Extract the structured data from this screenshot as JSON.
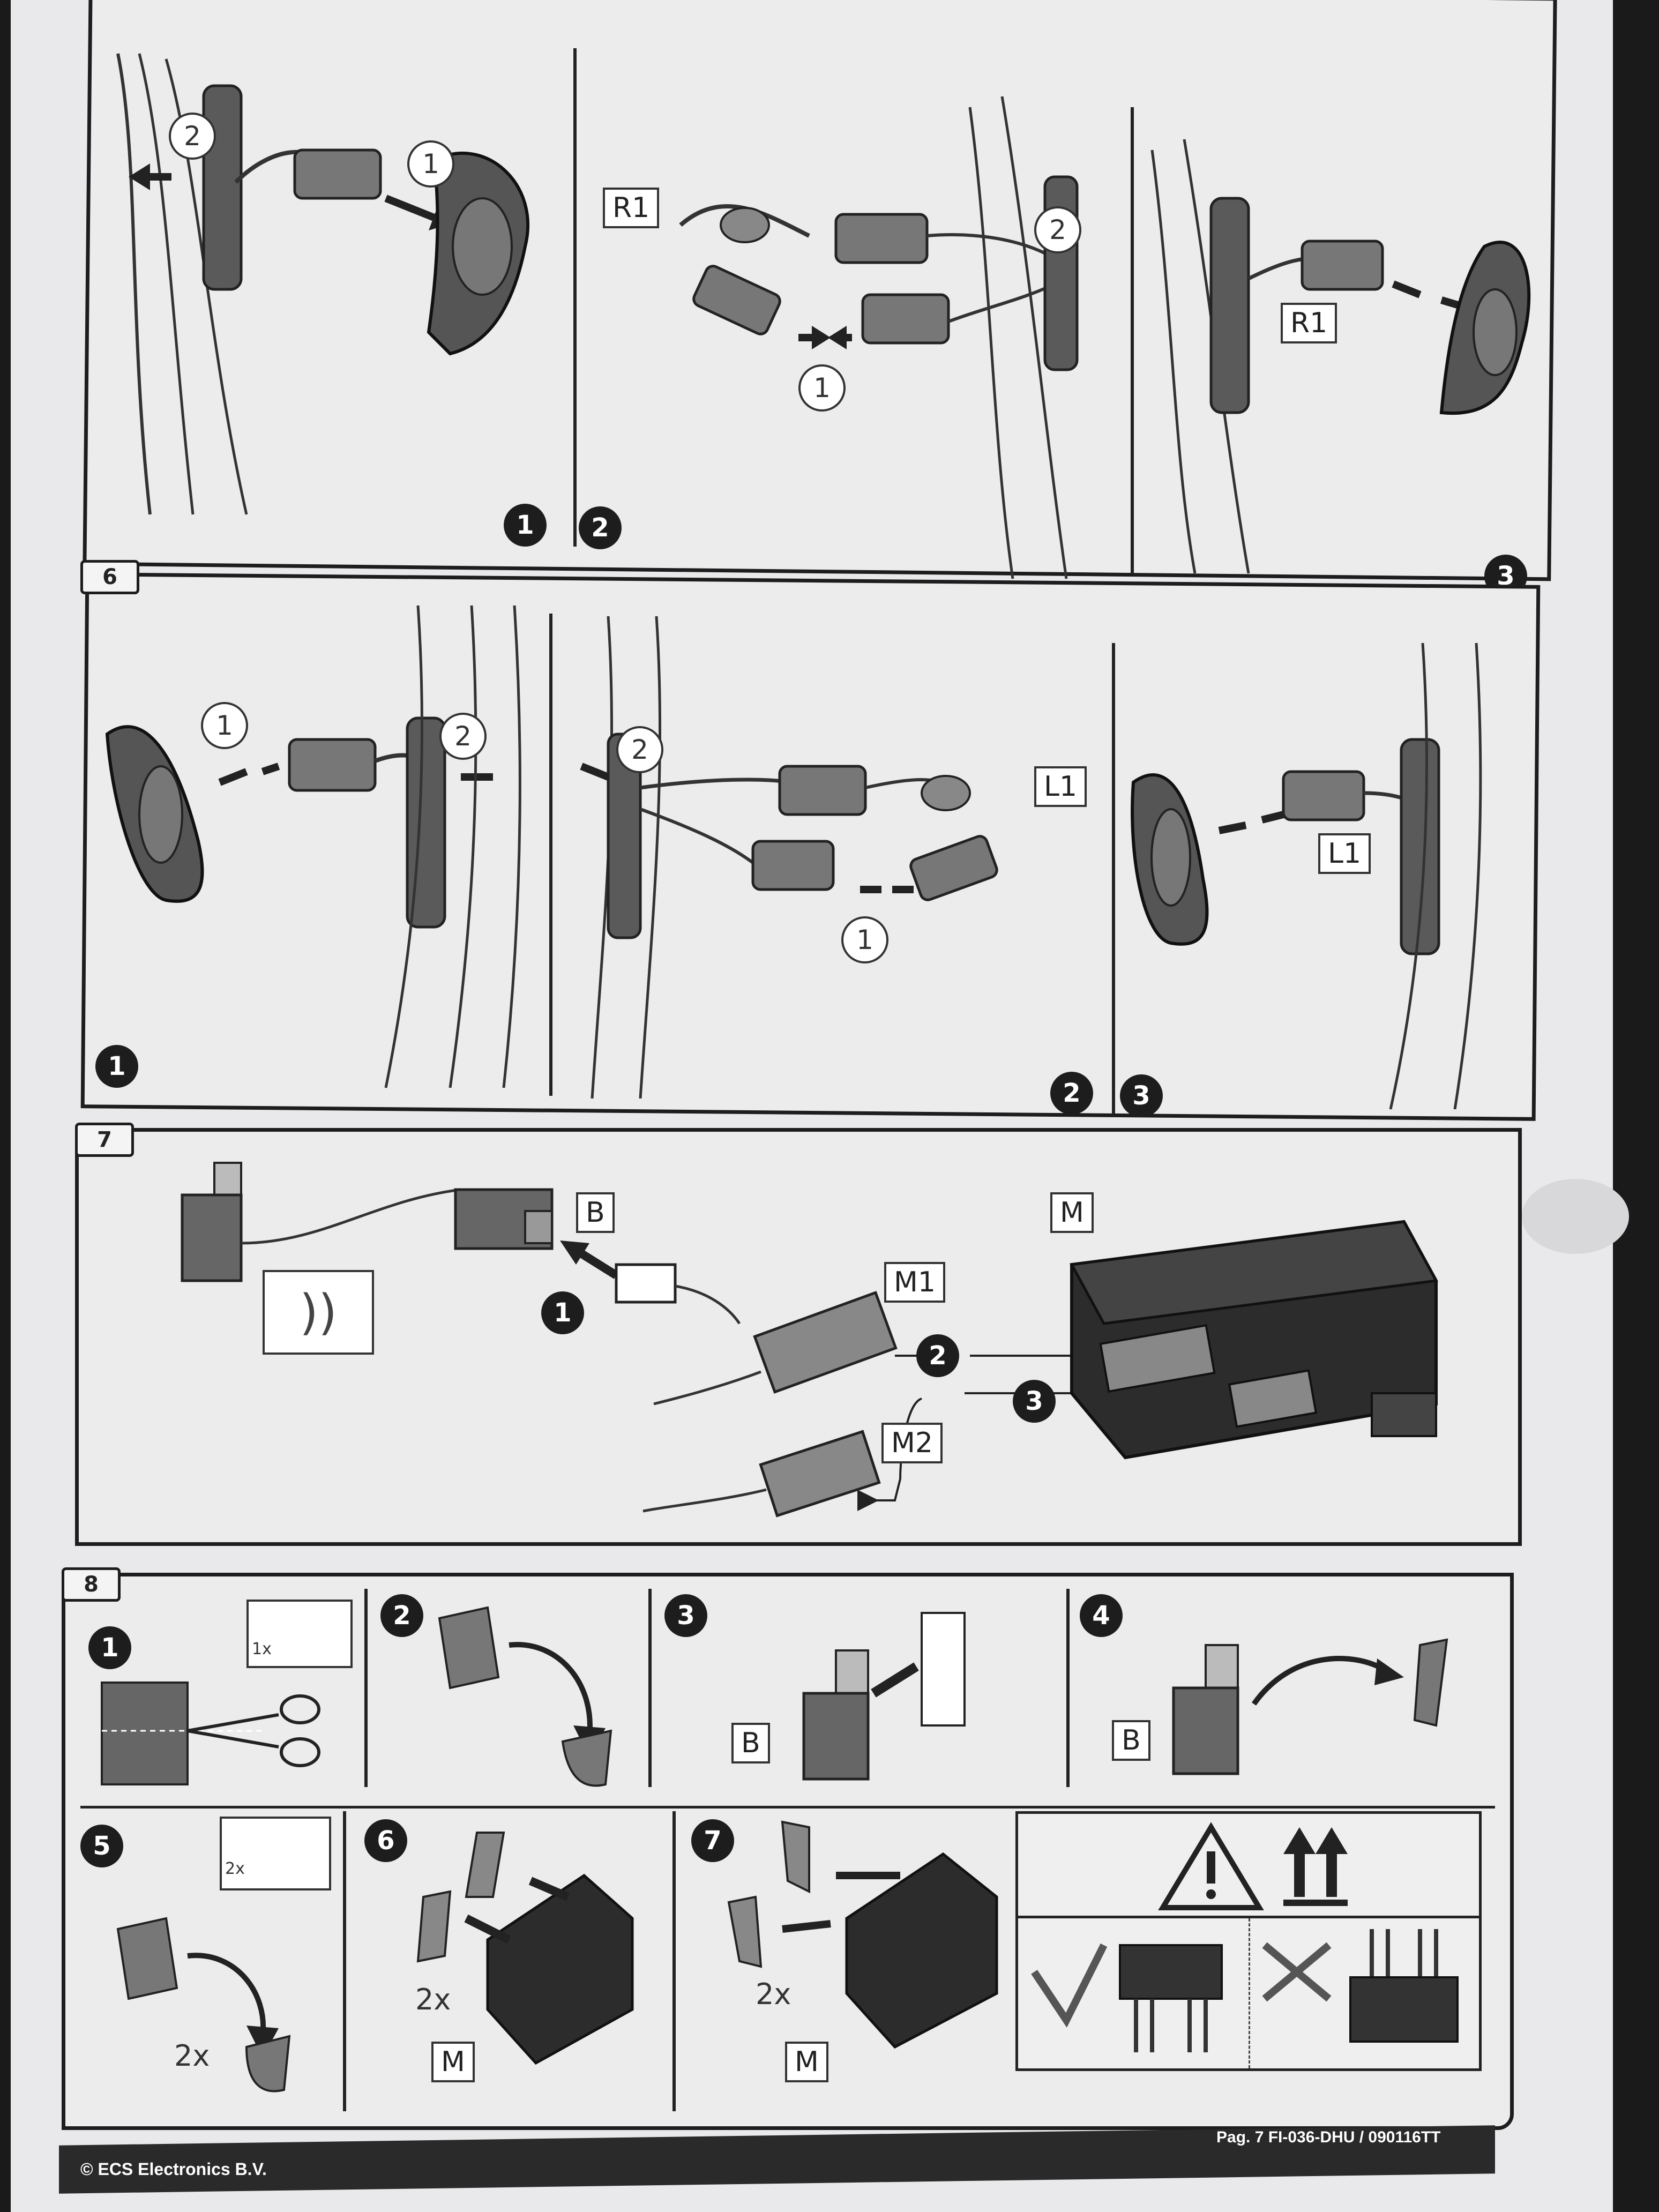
{
  "sections": {
    "s6": {
      "number": "6"
    },
    "s7": {
      "number": "7"
    },
    "s8": {
      "number": "8"
    }
  },
  "top_panel": {
    "step_a": "1",
    "step_b": "2",
    "step_c": "3",
    "circle_1a": "2",
    "circle_1b": "1",
    "circle_2a": "2",
    "circle_2b": "1",
    "label_r1_left": "R1",
    "label_r1_right": "R1"
  },
  "panel6": {
    "step_a": "1",
    "step_b": "2",
    "step_c": "3",
    "circle_1a": "1",
    "circle_1b": "2",
    "circle_2a": "2",
    "circle_2b": "1",
    "label_l1_left": "L1",
    "label_l1_right": "L1"
  },
  "panel7": {
    "label_b": "B",
    "label_m": "M",
    "label_m1": "M1",
    "label_m2": "M2",
    "step_1": "1",
    "step_2": "2",
    "step_3": "3"
  },
  "panel8": {
    "steps": [
      "1",
      "2",
      "3",
      "4",
      "5",
      "6",
      "7"
    ],
    "qty_1x": "1x",
    "qty_2x_icon": "2x",
    "qty_2x_5": "2x",
    "qty_2x_6": "2x",
    "qty_2x_7": "2x",
    "label_b3": "B",
    "label_b4": "B",
    "label_m6": "M",
    "label_m7": "M"
  },
  "footer": {
    "copyright": "© ECS Electronics B.V.",
    "page_ref": "Pag. 7   FI-036-DHU / 090116TT"
  },
  "colors": {
    "ink": "#1d1d1d",
    "paper": "#e9e9eb",
    "part_fill": "#5a5a5a"
  }
}
